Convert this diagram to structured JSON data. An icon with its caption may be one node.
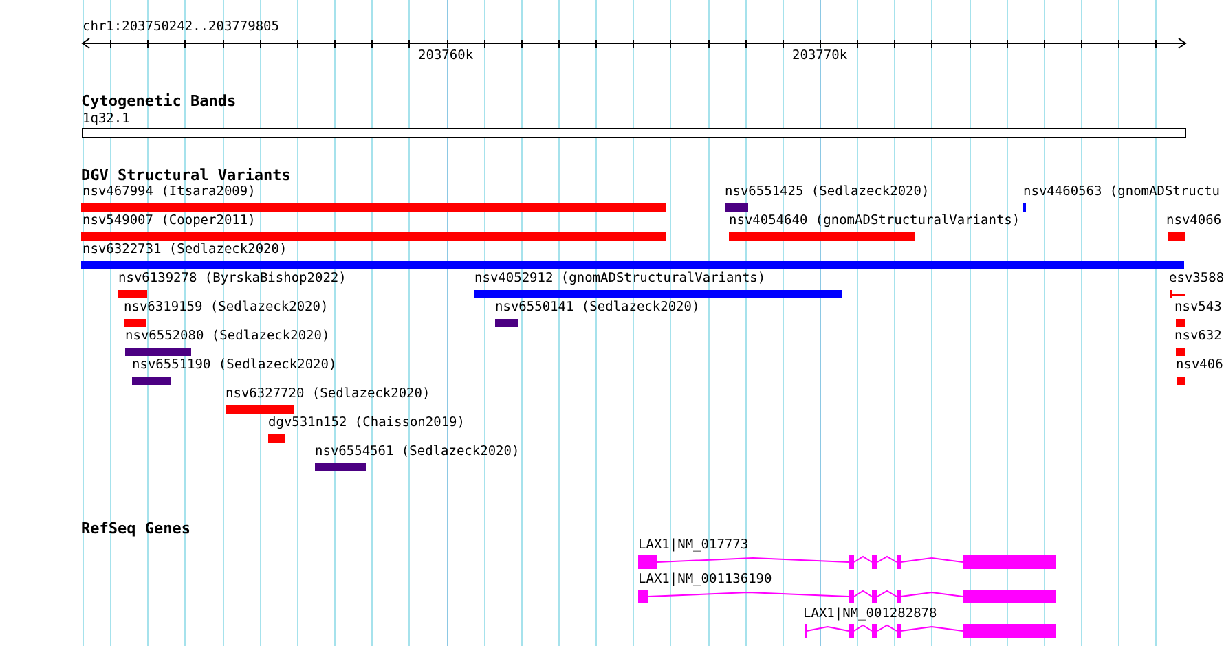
{
  "diagram": {
    "nodes": [
      {
        "text": [
          "1q32.1"
        ]
      },
      {
        "text": [
          "nsv467994 (Itsara2009)"
        ]
      },
      {
        "text": [
          "nsv6551425 (Sedlazeck2020)"
        ]
      },
      {
        "text": [
          "nsv4460563 (gnomADStructu"
        ]
      },
      {
        "text": [
          "nsv549007 (Cooper2011)"
        ]
      },
      {
        "text": [
          "nsv4054640 (gnomADStructuralVariants)"
        ]
      },
      {
        "text": [
          "nsv4066"
        ]
      },
      {
        "text": [
          "nsv6322731 (Sedlazeck2020)"
        ]
      },
      {
        "text": [
          "nsv6139278 (ByrskaBishop2022)"
        ]
      },
      {
        "text": [
          "nsv4052912 (gnomADStructuralVariants)"
        ]
      },
      {
        "text": [
          "esv3588"
        ]
      },
      {
        "text": [
          "nsv6319159 (Sedlazeck2020)"
        ]
      },
      {
        "text": [
          "nsv6550141 (Sedlazeck2020)"
        ]
      },
      {
        "text": [
          "nsv543"
        ]
      },
      {
        "text": [
          "nsv6552080 (Sedlazeck2020)"
        ]
      },
      {
        "text": [
          "nsv632"
        ]
      },
      {
        "text": [
          "nsv6551190 (Sedlazeck2020)"
        ]
      },
      {
        "text": [
          "nsv406"
        ]
      },
      {
        "text": [
          "nsv6327720 (Sedlazeck2020)"
        ]
      },
      {
        "text": [
          "dgv531n152 (Chaisson2019)"
        ]
      },
      {
        "text": [
          "nsv6554561 (Sedlazeck2020)"
        ]
      },
      {
        "text": [
          "LAX1|NM_017773"
        ]
      },
      {
        "text": [
          "LAX1|NM_001136190"
        ]
      },
      {
        "text": [
          "LAX1|NM_001282878"
        ]
      }
    ],
    "labels": [
      "chr1:203750242..203779805",
      "203760k",
      "203770k",
      "Cytogenetic Bands",
      "DGV Structural Variants",
      "RefSeq Genes"
    ]
  }
}
